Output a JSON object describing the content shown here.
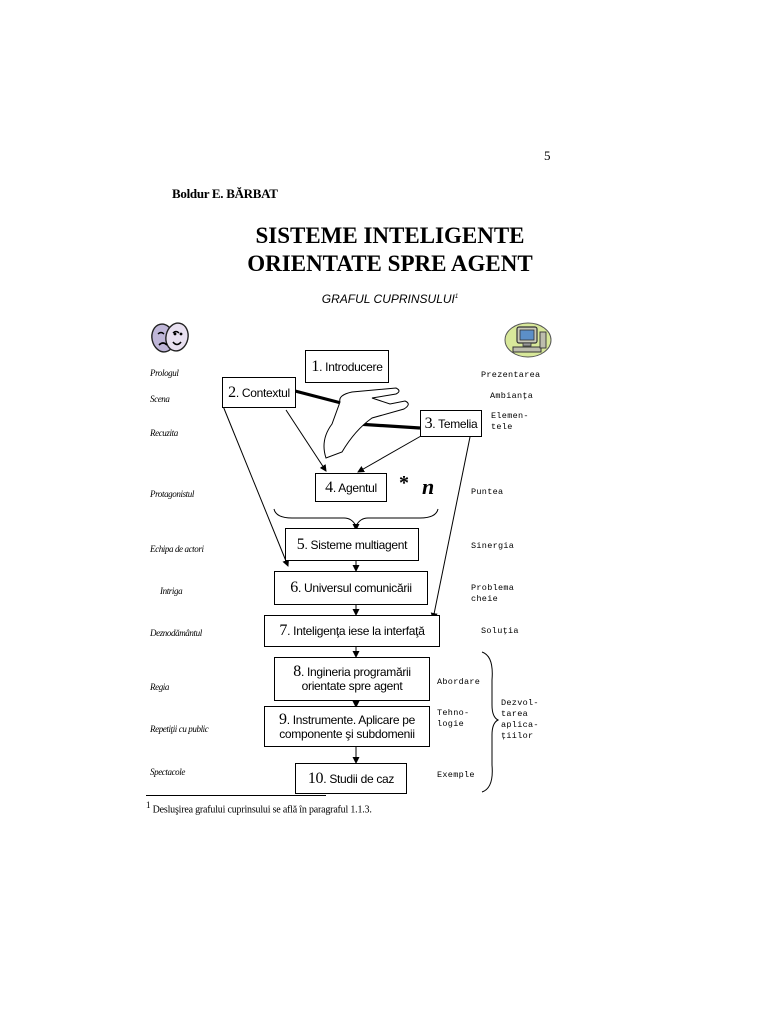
{
  "page_number": "5",
  "author": "Boldur E. BĂRBAT",
  "title_line1": "SISTEME INTELIGENTE",
  "title_line2": "ORIENTATE SPRE AGENT",
  "subtitle": "GRAFUL CUPRINSULUI",
  "subtitle_note": "1",
  "boxes": [
    {
      "num": "1",
      "label": ". Introducere"
    },
    {
      "num": "2",
      "label": ". Contextul"
    },
    {
      "num": "3",
      "label": ". Temelia"
    },
    {
      "num": "4",
      "label": ". Agentul"
    },
    {
      "num": "5",
      "label": ". Sisteme multiagent"
    },
    {
      "num": "6",
      "label": ". Universul comunicării"
    },
    {
      "num": "7",
      "label": ". Inteligenţa iese la interfaţă"
    },
    {
      "num": "8",
      "label": ". Ingineria programării",
      "label2": "orientate spre agent"
    },
    {
      "num": "9",
      "label": ". Instrumente. Aplicare pe",
      "label2": "componente şi subdomenii"
    },
    {
      "num": "10",
      "label": ". Studii de caz"
    }
  ],
  "star": "*",
  "n_symbol": "n",
  "left_labels": [
    "Prologul",
    "Scena",
    "Recuzita",
    "Protagonistul",
    "Echipa de actori",
    "Intriga",
    "Deznodământul",
    "Regia",
    "Repetiţii cu public",
    "Spectacole"
  ],
  "right_labels": {
    "prezentarea": "Prezentarea",
    "ambianta": "Ambianţa",
    "elementele": "Elemen-\ntele",
    "puntea": "Puntea",
    "sinergia": "Sinergia",
    "problema": "Problema\ncheie",
    "solutia": "Soluţia",
    "abordare": "Abordare",
    "tehnologie": "Tehno-\nlogie",
    "exemple": "Exemple",
    "dezvoltarea": "Dezvol-\ntarea\naplica-\nţiilor"
  },
  "icons": [
    "theater-masks-icon",
    "computer-icon"
  ],
  "footnote_mark": "1",
  "footnote": "Desluşirea grafului cuprinsului se află în paragraful 1.1.3."
}
